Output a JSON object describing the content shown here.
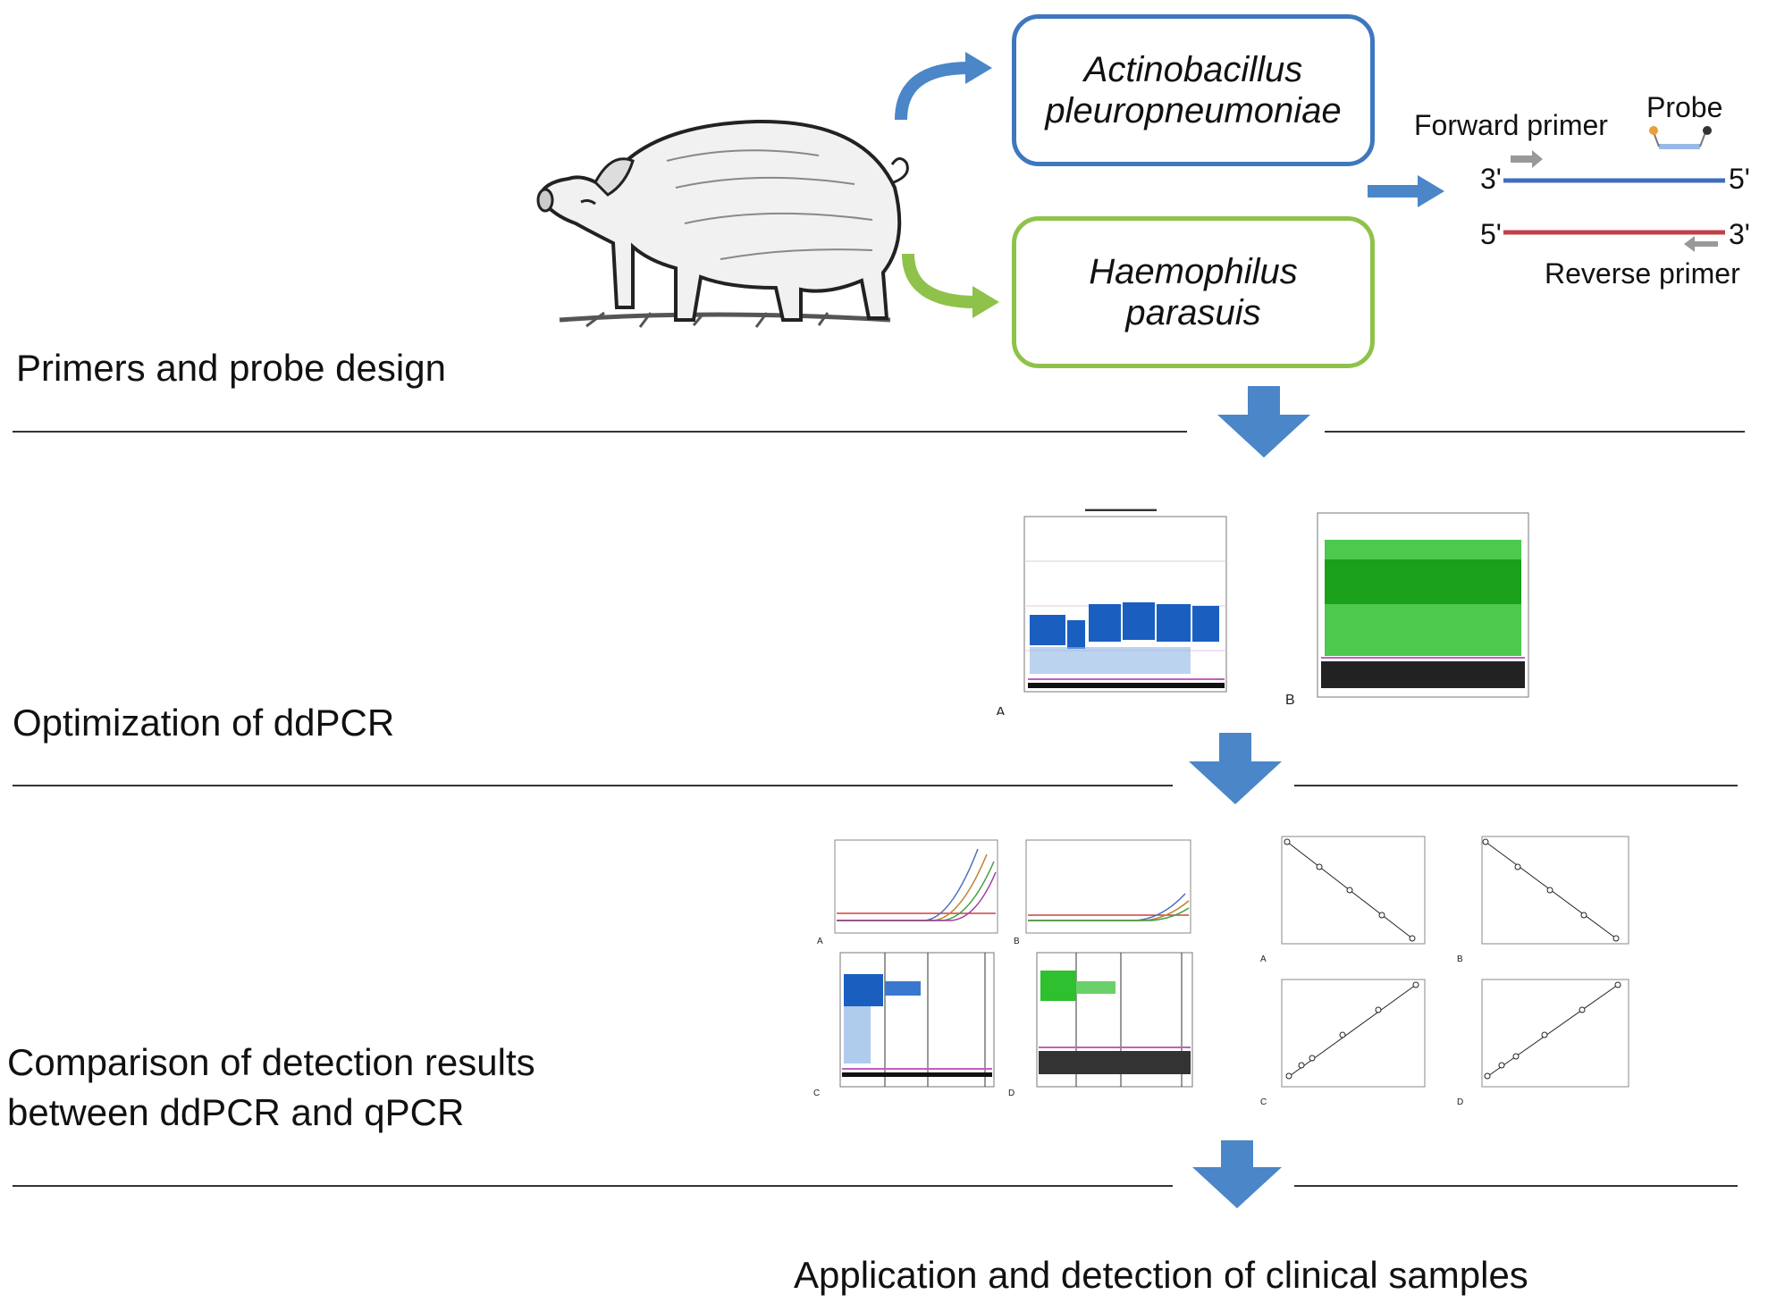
{
  "stages": {
    "s1": "Primers and probe design",
    "s2": "Optimization of ddPCR",
    "s3_line1": "Comparison of detection results",
    "s3_line2": "between ddPCR and qPCR",
    "s4": "Application and detection of clinical samples"
  },
  "pathogens": {
    "app_line1": "Actinobacillus",
    "app_line2": "pleuropneumoniae",
    "hps_line1": "Haemophilus",
    "hps_line2": "parasuis"
  },
  "primer_diagram": {
    "forward": "Forward primer",
    "probe": "Probe",
    "reverse": "Reverse primer",
    "top_left": "3'",
    "top_right": "5'",
    "bottom_left": "5'",
    "bottom_right": "3'"
  },
  "panels": {
    "opt_a": "A",
    "opt_b": "B",
    "cmp_a": "A",
    "cmp_b": "B",
    "cmp_c": "C",
    "cmp_d": "D",
    "std_a": "A",
    "std_b": "B",
    "std_c": "C",
    "std_d": "D"
  },
  "colors": {
    "blue_arrow": "#4a86c8",
    "app_border": "#3f77bf",
    "hps_border": "#8ec24a",
    "green_arrow": "#8ec24a",
    "dna_top": "#3d6fc0",
    "dna_bottom": "#c0404a",
    "ddpcr_blue": "#1a5fc0",
    "ddpcr_green": "#2ec02e"
  }
}
